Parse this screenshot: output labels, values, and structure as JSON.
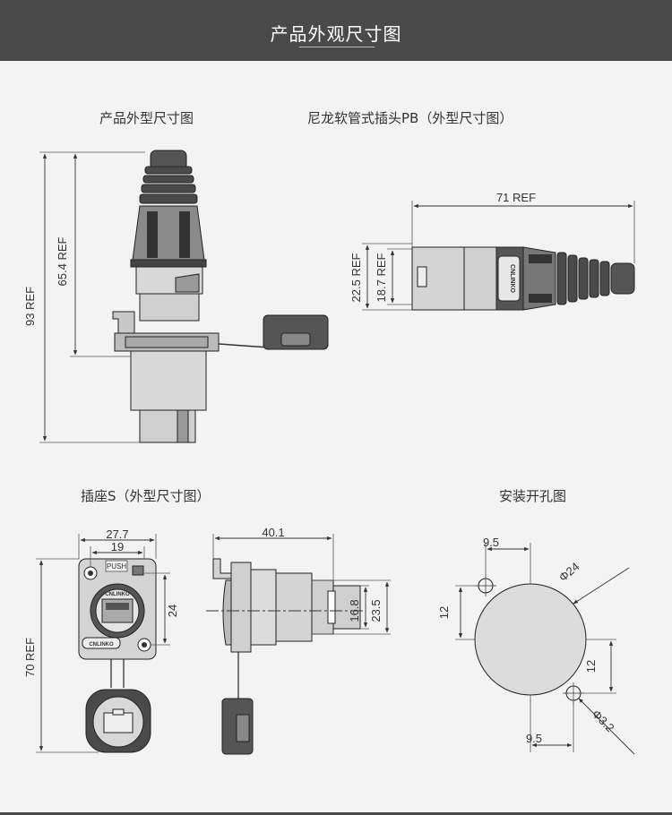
{
  "header": {
    "title": "产品外观尺寸图"
  },
  "sections": {
    "outline": "产品外型尺寸图",
    "plug": "尼龙软管式插头PB（外型尺寸图）",
    "socket": "插座S（外型尺寸图）",
    "mounting": "安装开孔图"
  },
  "dims": {
    "outline_total": "93 REF",
    "outline_upper": "65.4 REF",
    "plug_length": "71 REF",
    "plug_h1": "22.5 REF",
    "plug_h2": "18.7 REF",
    "socket_w1": "27.7",
    "socket_w2": "19",
    "socket_h1": "24",
    "socket_total": "70 REF",
    "side_len": "40.1",
    "side_h1": "16.8",
    "side_h2": "23.5",
    "hole_x_top": "9.5",
    "hole_diam": "Φ24",
    "hole_y_left": "12",
    "hole_y_right": "12",
    "hole_small": "Φ3.2",
    "hole_x_bottom": "9.5"
  },
  "labels": {
    "push": "PUSH",
    "brand": "CNLINKO"
  },
  "colors": {
    "header_bg": "#4a4a4a",
    "body_fill": "#cfcfcf",
    "dark_fill": "#555555",
    "line": "#333333"
  }
}
